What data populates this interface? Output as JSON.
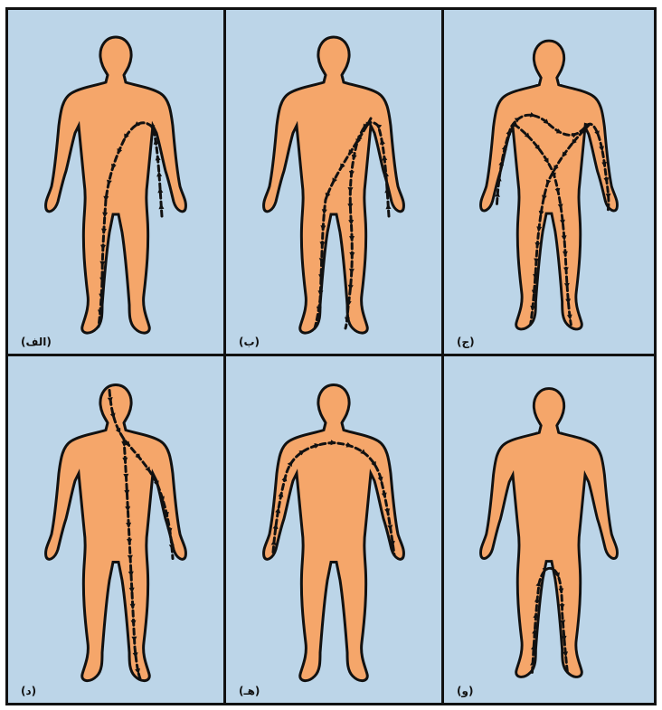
{
  "colors": {
    "background": "#bcd5e8",
    "body_fill": "#f5a66a",
    "outline": "#111111",
    "frame": "#111111"
  },
  "panels": [
    {
      "label": "(الف)",
      "path_desc": "left-arm-to-right-leg"
    },
    {
      "label": "(ب)",
      "path_desc": "left-arm-to-left-leg"
    },
    {
      "label": "(ج)",
      "path_desc": "arm-to-arm-and-legs"
    },
    {
      "label": "(د)",
      "path_desc": "head-to-leg"
    },
    {
      "label": "(هـ)",
      "path_desc": "arm-to-arm"
    },
    {
      "label": "(و)",
      "path_desc": "leg-to-leg"
    }
  ]
}
